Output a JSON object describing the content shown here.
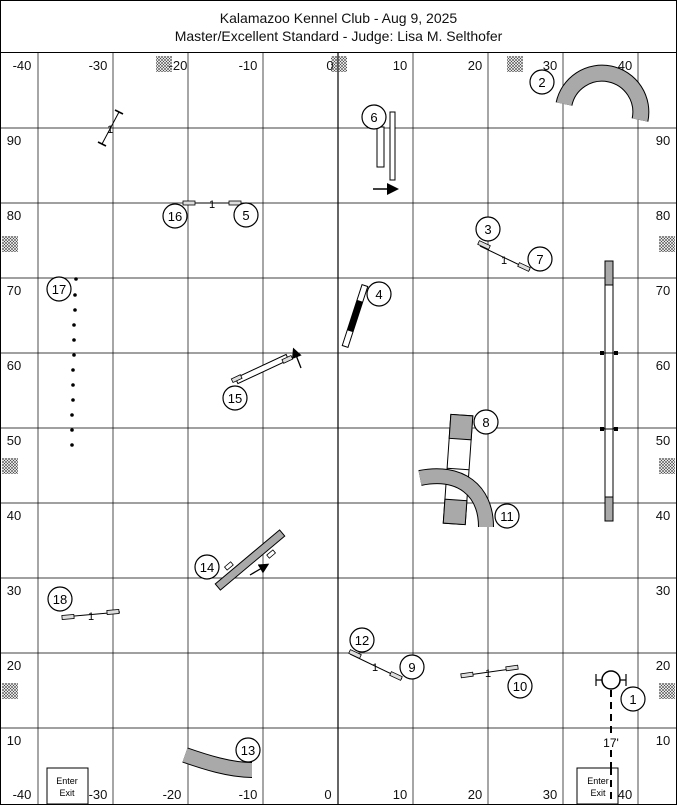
{
  "header": {
    "line1": "Kalamazoo Kennel Club - Aug 9, 2025",
    "line2": "Master/Excellent Standard - Judge: Lisa M. Selthofer"
  },
  "axes": {
    "x_top": [
      "-40",
      "-30",
      "-20",
      "-10",
      "0",
      "10",
      "20",
      "30",
      "40"
    ],
    "x_bottom": [
      "-40",
      "-30",
      "-20",
      "-10",
      "0",
      "10",
      "20",
      "30",
      "40"
    ],
    "y_left": [
      "90",
      "80",
      "70",
      "60",
      "50",
      "40",
      "30",
      "20",
      "10"
    ],
    "y_right": [
      "90",
      "80",
      "70",
      "60",
      "50",
      "40",
      "30",
      "20",
      "10"
    ]
  },
  "obstacles": {
    "num_1": "1",
    "num_2": "2",
    "num_3": "3",
    "num_4": "4",
    "num_5": "5",
    "num_6": "6",
    "num_7": "7",
    "num_8": "8",
    "num_9": "9",
    "num_10": "10",
    "num_11": "11",
    "num_12": "12",
    "num_13": "13",
    "num_14": "14",
    "num_15": "15",
    "num_16": "16",
    "num_17": "17",
    "num_18": "18",
    "bar_label": "1",
    "distance_label": "17'"
  },
  "enter_exit": {
    "left_line1": "Enter",
    "left_line2": "Exit",
    "right_line1": "Enter",
    "right_line2": "Exit"
  },
  "colors": {
    "equipment_gray": "#a9a9a9",
    "grid": "#000000"
  }
}
